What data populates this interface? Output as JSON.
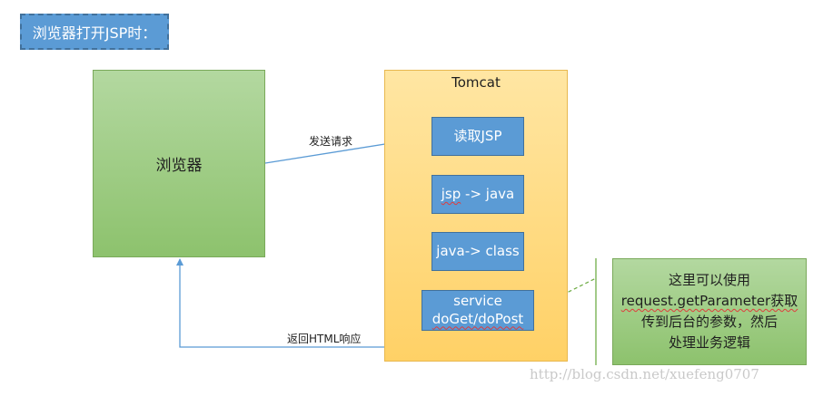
{
  "title": "浏览器打开JSP时：",
  "browser": {
    "label": "浏览器"
  },
  "tomcat": {
    "label": "Tomcat",
    "steps": [
      {
        "label": "读取JSP"
      },
      {
        "label_before": "jsp",
        "label_after": " -> java"
      },
      {
        "label": "java-> class"
      },
      {
        "line1": "service",
        "line2": "doGet/doPost"
      }
    ]
  },
  "edges": {
    "request": "发送请求",
    "response": "返回HTML响应"
  },
  "note": {
    "line1": "这里可以使用",
    "line2": "request.getParameter获取",
    "line3": "传到后台的参数，然后",
    "line4": "处理业务逻辑"
  },
  "watermark": "http://blog.csdn.net/xuefeng0707",
  "colors": {
    "blue": "#5b9bd5",
    "green": "#a9d18e",
    "orange": "#ffd966",
    "arrow": "#5b9bd5"
  }
}
